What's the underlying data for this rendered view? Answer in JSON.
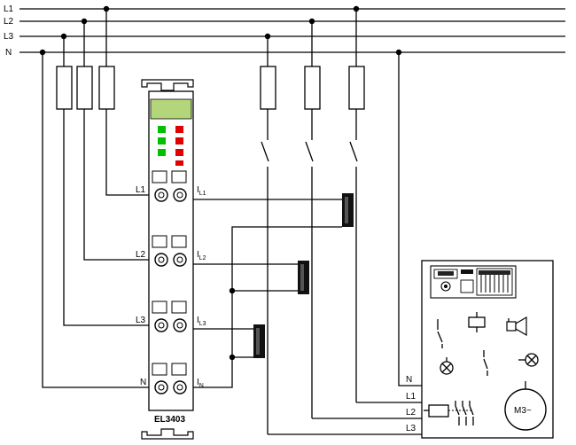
{
  "bus": {
    "lines": [
      {
        "label": "L1"
      },
      {
        "label": "L2"
      },
      {
        "label": "L3"
      },
      {
        "label": "N"
      }
    ]
  },
  "terminal": {
    "name": "EL3403",
    "inputs": [
      {
        "voltage": "L1",
        "current_main": "I",
        "current_sub": "L1"
      },
      {
        "voltage": "L2",
        "current_main": "I",
        "current_sub": "L2"
      },
      {
        "voltage": "L3",
        "current_main": "I",
        "current_sub": "L3"
      },
      {
        "voltage": "N",
        "current_main": "I",
        "current_sub": "N"
      }
    ],
    "led_colors": [
      "#00c000",
      "#00c000",
      "#00c000",
      "#e00000",
      "#e00000",
      "#e00000"
    ],
    "header_color": "#b4d67a"
  },
  "machine": {
    "inputs": [
      {
        "label": "N"
      },
      {
        "label": "L1"
      },
      {
        "label": "L2"
      },
      {
        "label": "L3"
      }
    ],
    "motor_label": "M3~"
  }
}
